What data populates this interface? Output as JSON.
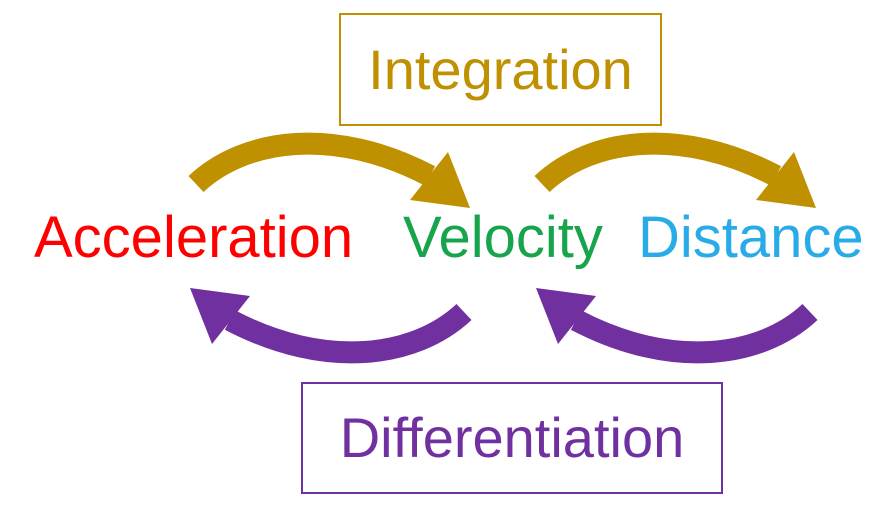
{
  "diagram_type": "cycle-diagram",
  "colors": {
    "integration": "#BF9000",
    "differentiation": "#7030A0",
    "background": "#FFFFFF"
  },
  "integration_box": {
    "label": "Integration"
  },
  "differentiation_box": {
    "label": "Differentiation"
  },
  "nodes": [
    {
      "label": "Acceleration",
      "color": "#FF0000"
    },
    {
      "label": "Velocity",
      "color": "#17A44C"
    },
    {
      "label": "Distance",
      "color": "#29ABE8"
    }
  ],
  "arrows": [
    {
      "from": "Acceleration",
      "to": "Velocity",
      "operation": "Integration",
      "direction": "right",
      "color": "#BF9000"
    },
    {
      "from": "Velocity",
      "to": "Distance",
      "operation": "Integration",
      "direction": "right",
      "color": "#BF9000"
    },
    {
      "from": "Velocity",
      "to": "Acceleration",
      "operation": "Differentiation",
      "direction": "left",
      "color": "#7030A0"
    },
    {
      "from": "Distance",
      "to": "Velocity",
      "operation": "Differentiation",
      "direction": "left",
      "color": "#7030A0"
    }
  ]
}
